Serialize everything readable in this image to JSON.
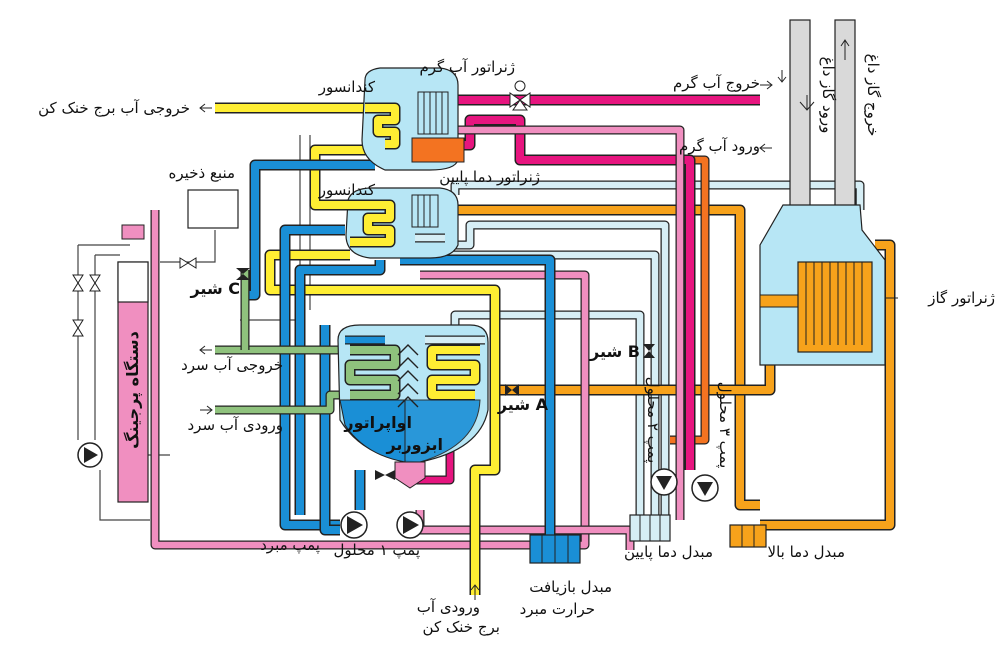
{
  "colors": {
    "yellow": "#ffee33",
    "magenta": "#e6157f",
    "pink": "#f08fc0",
    "blue": "#1a8fd6",
    "lightblue": "#b7e6f5",
    "orange": "#f7a21b",
    "darkorange": "#f37321",
    "green": "#8fc27d",
    "paleblue": "#d6eef5",
    "gray": "#d9d9d9"
  },
  "labels": {
    "hw_generator": "ژنراتور آب گرم",
    "condenser_top": "کندانسور",
    "hot_water_out": "خروج آب گرم",
    "hot_water_in": "ورود آب گرم",
    "cooling_tower_out": "خروجی آب برج خنک کن",
    "low_temp_generator": "ژنراتور دما پایین",
    "condenser_mid": "کندانسور",
    "storage_tank": "منبع ذخیره",
    "valve_c": "شیر C",
    "valve_b": "شیر B",
    "valve_a": "شیر A",
    "chilled_water_out": "خروجی آب سرد",
    "chilled_water_in": "ورودی آب سرد",
    "evaporator": "اواپراتور",
    "absorber": "ابزوربر",
    "purge_unit": "دستگاه پرجینگ",
    "refrigerant_pump": "پمپ مبرد",
    "solution_pump_1": "پمپ ۱ محلول",
    "solution_pump_2": "پمپ ۲ محلول",
    "solution_pump_3": "پمپ ۳ محلول",
    "cooling_tower_in_line1": "ورودی آب",
    "cooling_tower_in_line2": "برج خنک کن",
    "recovery_hx_line1": "مبدل بازیافت",
    "recovery_hx_line2": "حرارت مبرد",
    "low_temp_hx": "مبدل دما پایین",
    "high_temp_hx": "مبدل دما بالا",
    "gas_generator": "ژنراتور گاز",
    "hot_gas_in": "ورود گاز داغ",
    "hot_gas_out": "خروج گاز داغ"
  }
}
